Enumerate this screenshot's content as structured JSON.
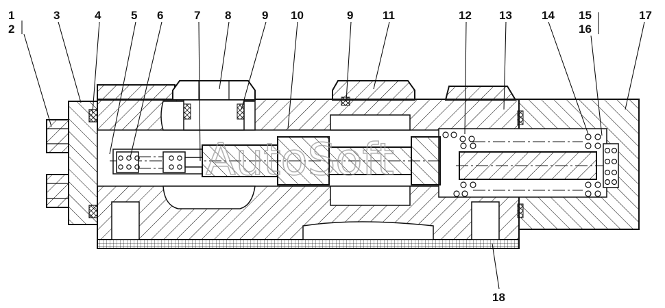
{
  "labels": {
    "l1": "1",
    "l2": "2",
    "l3": "3",
    "l4": "4",
    "l5": "5",
    "l6": "6",
    "l7": "7",
    "l8": "8",
    "l9a": "9",
    "l10": "10",
    "l9b": "9",
    "l11": "11",
    "l12": "12",
    "l13": "13",
    "l14": "14",
    "l15": "15",
    "l16": "16",
    "l17": "17",
    "l18": "18"
  },
  "watermark": "AutoSoft"
}
